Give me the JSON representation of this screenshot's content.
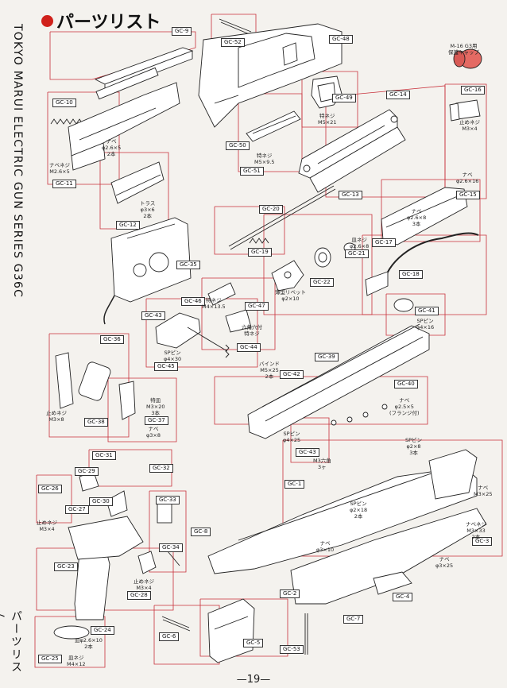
{
  "header": {
    "title": "パーツリスト",
    "side_title": "TOKYO MARUI ELECTRIC GUN SERIES G36C",
    "side_bottom": "パーツリスト",
    "page_number": "19",
    "m16_note": "M-16 G3用\n保護キャップ"
  },
  "labels": [
    {
      "id": "GC-9",
      "text": "GC-9"
    },
    {
      "id": "GC-52",
      "text": "GC-52"
    },
    {
      "id": "GC-48",
      "text": "GC-48"
    },
    {
      "id": "GC-10",
      "text": "GC-10"
    },
    {
      "id": "GC-11",
      "text": "GC-11"
    },
    {
      "id": "GC-12",
      "text": "GC-12"
    },
    {
      "id": "GC-49",
      "text": "GC-49"
    },
    {
      "id": "GC-50",
      "text": "GC-50"
    },
    {
      "id": "GC-51",
      "text": "GC-51"
    },
    {
      "id": "GC-14",
      "text": "GC-14"
    },
    {
      "id": "GC-16",
      "text": "GC-16"
    },
    {
      "id": "GC-13",
      "text": "GC-13"
    },
    {
      "id": "GC-15",
      "text": "GC-15"
    },
    {
      "id": "GC-20",
      "text": "GC-20"
    },
    {
      "id": "GC-19",
      "text": "GC-19"
    },
    {
      "id": "GC-21",
      "text": "GC-21"
    },
    {
      "id": "GC-17",
      "text": "GC-17"
    },
    {
      "id": "GC-18",
      "text": "GC-18"
    },
    {
      "id": "GC-22",
      "text": "GC-22"
    },
    {
      "id": "GC-35",
      "text": "GC-35"
    },
    {
      "id": "GC-46",
      "text": "GC-46"
    },
    {
      "id": "GC-47",
      "text": "GC-47"
    },
    {
      "id": "GC-41",
      "text": "GC-41"
    },
    {
      "id": "GC-43",
      "text": "GC-43"
    },
    {
      "id": "GC-44",
      "text": "GC-44"
    },
    {
      "id": "GC-45",
      "text": "GC-45"
    },
    {
      "id": "GC-36",
      "text": "GC-36"
    },
    {
      "id": "GC-39",
      "text": "GC-39"
    },
    {
      "id": "GC-42",
      "text": "GC-42"
    },
    {
      "id": "GC-40",
      "text": "GC-40"
    },
    {
      "id": "GC-37",
      "text": "GC-37"
    },
    {
      "id": "GC-38",
      "text": "GC-38"
    },
    {
      "id": "GC-43b",
      "text": "GC-43"
    },
    {
      "id": "GC-31",
      "text": "GC-31"
    },
    {
      "id": "GC-29",
      "text": "GC-29"
    },
    {
      "id": "GC-32",
      "text": "GC-32"
    },
    {
      "id": "GC-26",
      "text": "GC-26"
    },
    {
      "id": "GC-27",
      "text": "GC-27"
    },
    {
      "id": "GC-30",
      "text": "GC-30"
    },
    {
      "id": "GC-33",
      "text": "GC-33"
    },
    {
      "id": "GC-1",
      "text": "GC-1"
    },
    {
      "id": "GC-8",
      "text": "GC-8"
    },
    {
      "id": "GC-34",
      "text": "GC-34"
    },
    {
      "id": "GC-23",
      "text": "GC-23"
    },
    {
      "id": "GC-28",
      "text": "GC-28"
    },
    {
      "id": "GC-3",
      "text": "GC-3"
    },
    {
      "id": "GC-2",
      "text": "GC-2"
    },
    {
      "id": "GC-4",
      "text": "GC-4"
    },
    {
      "id": "GC-24",
      "text": "GC-24"
    },
    {
      "id": "GC-6",
      "text": "GC-6"
    },
    {
      "id": "GC-7",
      "text": "GC-7"
    },
    {
      "id": "GC-5",
      "text": "GC-5"
    },
    {
      "id": "GC-53",
      "text": "GC-53"
    },
    {
      "id": "GC-25",
      "text": "GC-25"
    }
  ],
  "notes": [
    {
      "id": "n1",
      "text": "ナベ\nφ2.6×5\n2本"
    },
    {
      "id": "n2",
      "text": "ナベネジ\nM2.6×5"
    },
    {
      "id": "n3",
      "text": "トラス\nφ3×6\n2本"
    },
    {
      "id": "n4",
      "text": "特ネジ\nM5×21"
    },
    {
      "id": "n5",
      "text": "特ネジ\nM5×9.5"
    },
    {
      "id": "n6",
      "text": "止めネジ\nM3×4"
    },
    {
      "id": "n7",
      "text": "ナベ\nφ2.6×16"
    },
    {
      "id": "n8",
      "text": "ナベ\nφ2.6×8\n3本"
    },
    {
      "id": "n9",
      "text": "皿ネジ\nφ2.6×8"
    },
    {
      "id": "n10",
      "text": "薄型リベット\nφ2×10"
    },
    {
      "id": "n11",
      "text": "特ネジ\nM4×13.5"
    },
    {
      "id": "n12",
      "text": "六角穴付\n特ネジ"
    },
    {
      "id": "n13",
      "text": "SPピン\nφ4×16"
    },
    {
      "id": "n14",
      "text": "SPピン\nφ4×30"
    },
    {
      "id": "n15",
      "text": "バインド\nM5×25\n2本"
    },
    {
      "id": "n16",
      "text": "ナベ\nφ2.5×5\n(フランジ付)"
    },
    {
      "id": "n17",
      "text": "止めネジ\nM3×8"
    },
    {
      "id": "n18",
      "text": "特皿\nM3×20\n3本"
    },
    {
      "id": "n19",
      "text": "ナベ\nφ3×8"
    },
    {
      "id": "n20",
      "text": "SPピン\nφ4×25"
    },
    {
      "id": "n21",
      "text": "M3六角\n3ヶ"
    },
    {
      "id": "n22",
      "text": "SPピン\nφ2×8\n3本"
    },
    {
      "id": "n23",
      "text": "SPピン\nφ2×18\n2本"
    },
    {
      "id": "n24",
      "text": "ナベ\nφ3×10"
    },
    {
      "id": "n25",
      "text": "ナベ\nM3×25"
    },
    {
      "id": "n26",
      "text": "ナベネジ\nM3×33\n2本"
    },
    {
      "id": "n27",
      "text": "ナベ\nφ3×25"
    },
    {
      "id": "n28",
      "text": "止めネジ\nM3×4"
    },
    {
      "id": "n29",
      "text": "止めネジ\nM3×4"
    },
    {
      "id": "n30",
      "text": "皿φ2.6×10\n2本"
    },
    {
      "id": "n31",
      "text": "皿ネジ\nM4×12"
    }
  ]
}
